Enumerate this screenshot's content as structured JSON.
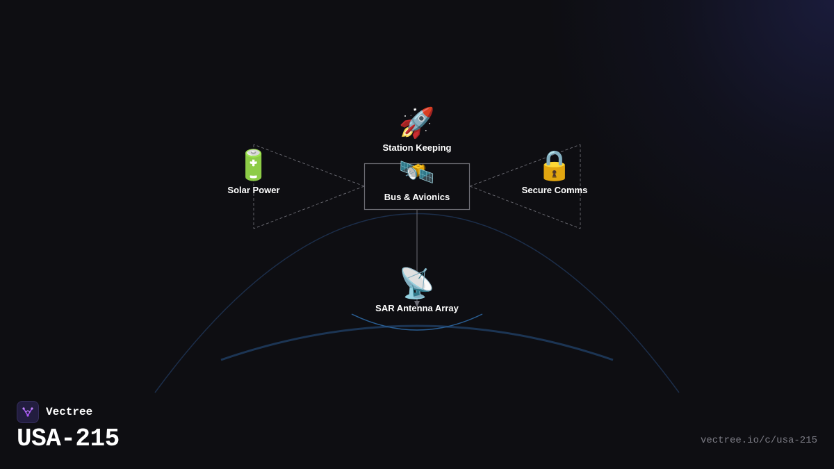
{
  "diagram": {
    "nodes": {
      "station_keeping": {
        "label": "Station Keeping",
        "icon": "rocket-icon",
        "glyph": "🚀"
      },
      "bus_avionics": {
        "label": "Bus & Avionics",
        "icon": "satellite-icon",
        "glyph": "🛰️"
      },
      "solar_power": {
        "label": "Solar Power",
        "icon": "battery-icon",
        "glyph": "🔋"
      },
      "secure_comms": {
        "label": "Secure Comms",
        "icon": "lock-icon",
        "glyph": "🔒"
      },
      "sar_antenna": {
        "label": "SAR Antenna Array",
        "icon": "satellite-dish-icon",
        "glyph": "📡"
      }
    },
    "connections": [
      {
        "from": "bus_avionics",
        "to": "solar_power",
        "style": "dashed"
      },
      {
        "from": "bus_avionics",
        "to": "secure_comms",
        "style": "dashed"
      },
      {
        "from": "bus_avionics",
        "to": "sar_antenna",
        "style": "solid"
      }
    ]
  },
  "brand": {
    "name": "Vectree",
    "logo_icon": "vectree-logo-icon"
  },
  "page": {
    "title": "USA-215",
    "url": "vectree.io/c/usa-215"
  },
  "colors": {
    "background": "#0e0e12",
    "orbit_line": "#1f3a5c",
    "connector": "#7a7a82",
    "logo_accent": "#a855f7",
    "text": "#ffffff",
    "muted_text": "#7d7d86"
  }
}
